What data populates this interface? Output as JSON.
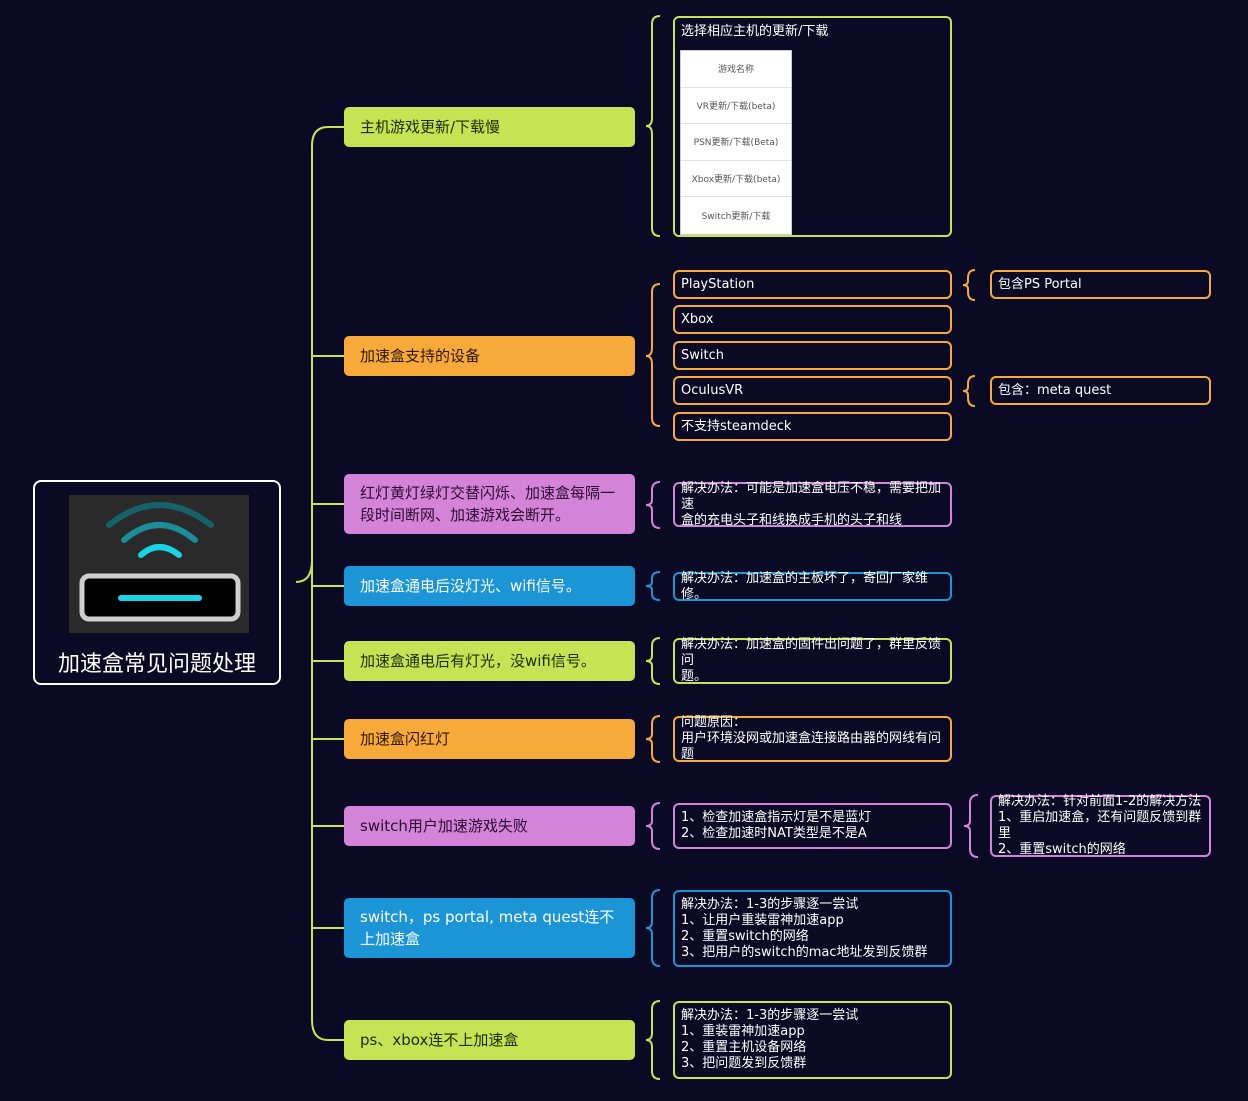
{
  "root": {
    "title": "加速盒常见问题处理",
    "image": "wifi-router-icon"
  },
  "colors": {
    "background": "#0b0a24",
    "green": "#c4e453",
    "orange": "#f7a93a",
    "pink": "#d384d8",
    "blue": "#1c95d6"
  },
  "topics": [
    {
      "label": "主机游戏更新/下载慢"
    },
    {
      "label": "加速盒支持的设备"
    },
    {
      "label": "红灯黄灯绿灯交替闪烁、加速盒每隔一段时间断网、加速游戏会断开。"
    },
    {
      "label": "加速盒通电后没灯光、wifi信号。"
    },
    {
      "label": "加速盒通电后有灯光，没wifi信号。"
    },
    {
      "label": "加速盒闪红灯"
    },
    {
      "label": "switch用户加速游戏失败"
    },
    {
      "label": "switch，ps portal, meta quest连不上加速盒"
    },
    {
      "label": "ps、xbox连不上加速盒"
    }
  ],
  "update_box": {
    "title": "选择相应主机的更新/下载",
    "table": [
      "游戏名称",
      "VR更新/下载(beta)",
      "PSN更新/下载(Beta)",
      "Xbox更新/下载(beta)",
      "Switch更新/下载"
    ]
  },
  "devices": [
    {
      "label": "PlayStation",
      "note": "包含PS Portal"
    },
    {
      "label": "Xbox"
    },
    {
      "label": "Switch"
    },
    {
      "label": "OculusVR",
      "note": "包含：meta quest"
    },
    {
      "label": "不支持steamdeck"
    }
  ],
  "answers": {
    "a3": [
      "解决办法：可能是加速盒电压不稳，需要把加速",
      "盒的充电头子和线换成手机的头子和线"
    ],
    "a4": [
      "解决办法：加速盒的主板坏了，寄回厂家维修。"
    ],
    "a5": [
      "解决办法：加速盒的固件出问题了，群里反馈问",
      "题。"
    ],
    "a6": [
      "问题原因：",
      "用户环境没网或加速盒连接路由器的网线有问题"
    ],
    "a7": [
      "1、检查加速盒指示灯是不是蓝灯",
      "2、检查加速时NAT类型是不是A"
    ],
    "a7b": [
      "解决办法：针对前面1-2的解决方法",
      "1、重启加速盒，还有问题反馈到群里",
      "2、重置switch的网络"
    ],
    "a8": [
      "解决办法：1-3的步骤逐一尝试",
      "1、让用户重装雷神加速app",
      "2、重置switch的网络",
      "3、把用户的switch的mac地址发到反馈群"
    ],
    "a9": [
      "解决办法：1-3的步骤逐一尝试",
      "1、重装雷神加速app",
      "2、重置主机设备网络",
      "3、把问题发到反馈群"
    ]
  }
}
